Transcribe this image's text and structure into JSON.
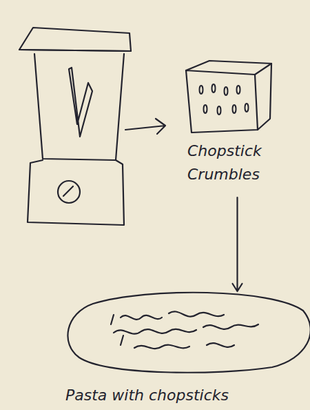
{
  "diagram": {
    "nodes": [
      {
        "text": [
          "Chopstick Crumbles"
        ]
      },
      {
        "text": [
          "Pasta with chopsticks"
        ]
      }
    ],
    "edges": [
      {
        "from": 0,
        "to": 1,
        "arrow": "to"
      }
    ]
  }
}
